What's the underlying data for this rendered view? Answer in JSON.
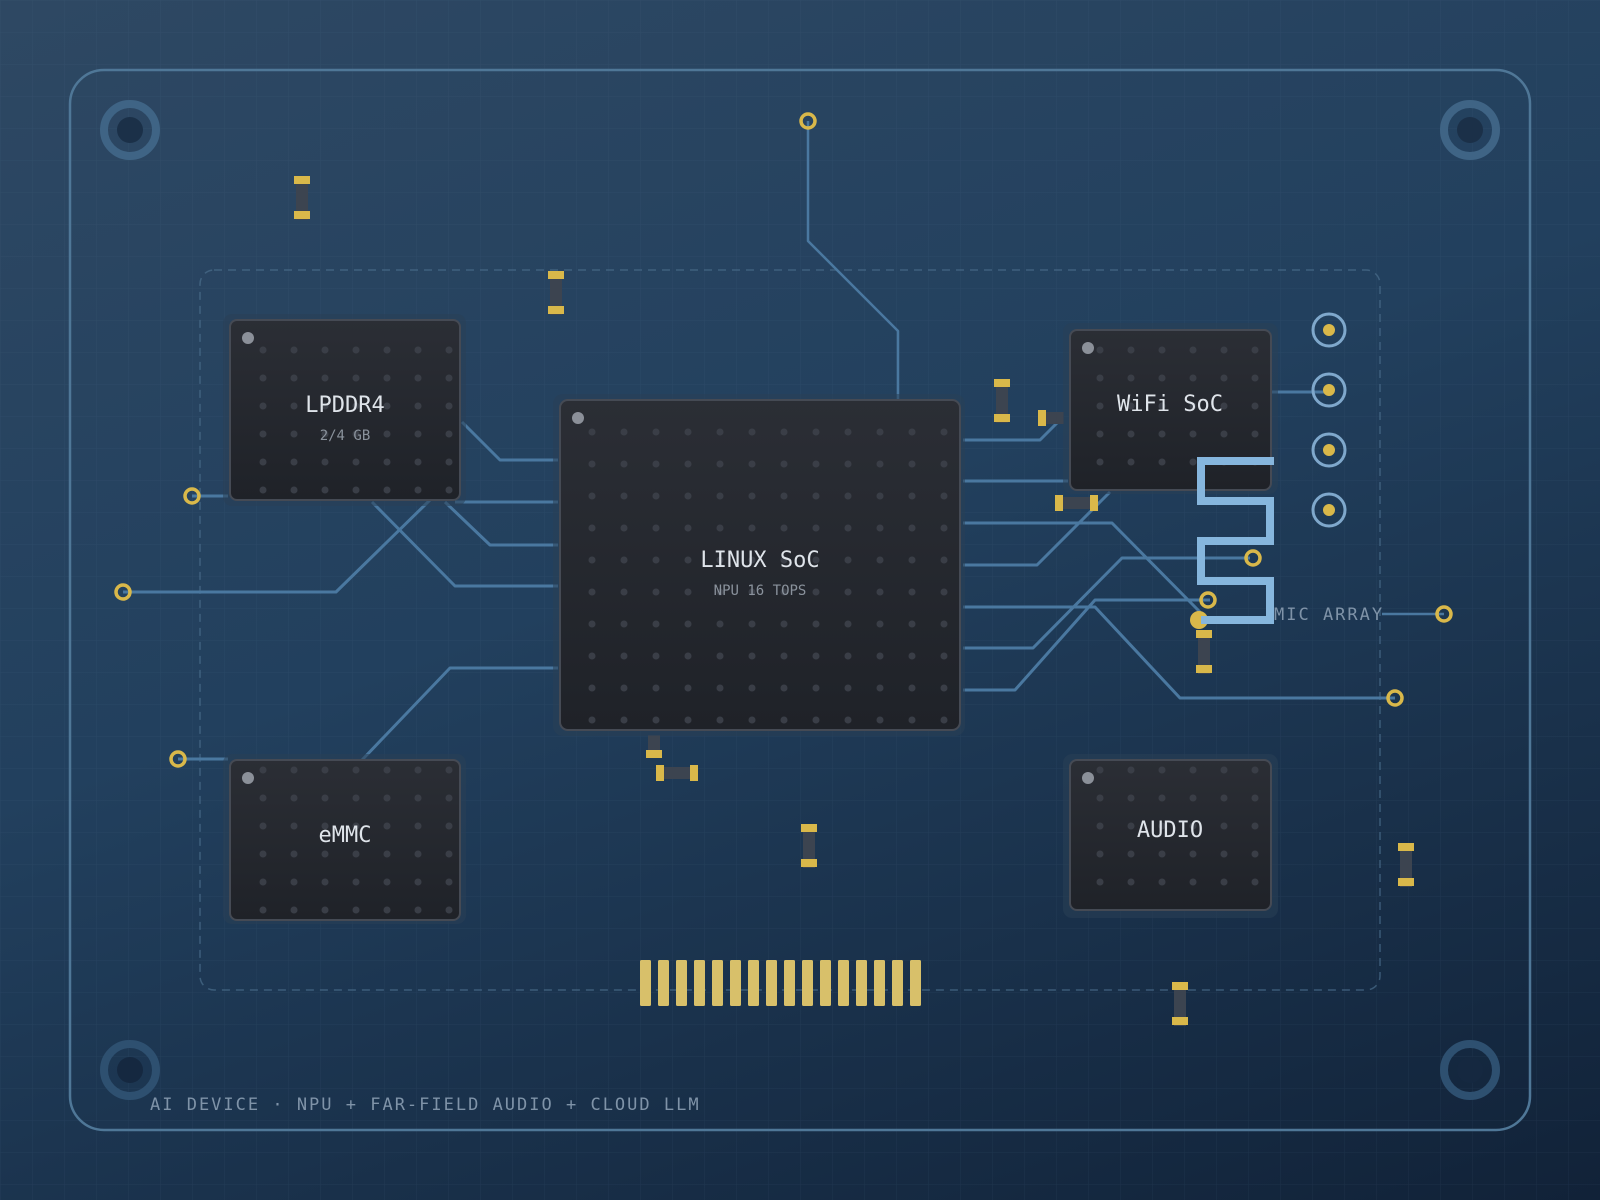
{
  "colors": {
    "board_bg": "#22405e",
    "board_outline": "#4a7190",
    "trace": "#4a78a0",
    "chip_body": "#25282f",
    "pad_gold": "#d9b84a",
    "antenna": "#86b6dd",
    "label": "#dfe4ea",
    "sublabel": "#8a929c"
  },
  "chips": {
    "soc": {
      "title": "LINUX SoC",
      "subtitle": "NPU 16 TOPS"
    },
    "ram": {
      "title": "LPDDR4",
      "subtitle": "2/4 GB"
    },
    "wifi": {
      "title": "WiFi SoC"
    },
    "emmc": {
      "title": "eMMC"
    },
    "audio": {
      "title": "AUDIO"
    }
  },
  "mic_label": "MIC ARRAY",
  "caption": "AI DEVICE · NPU + FAR-FIELD AUDIO + CLOUD LLM"
}
